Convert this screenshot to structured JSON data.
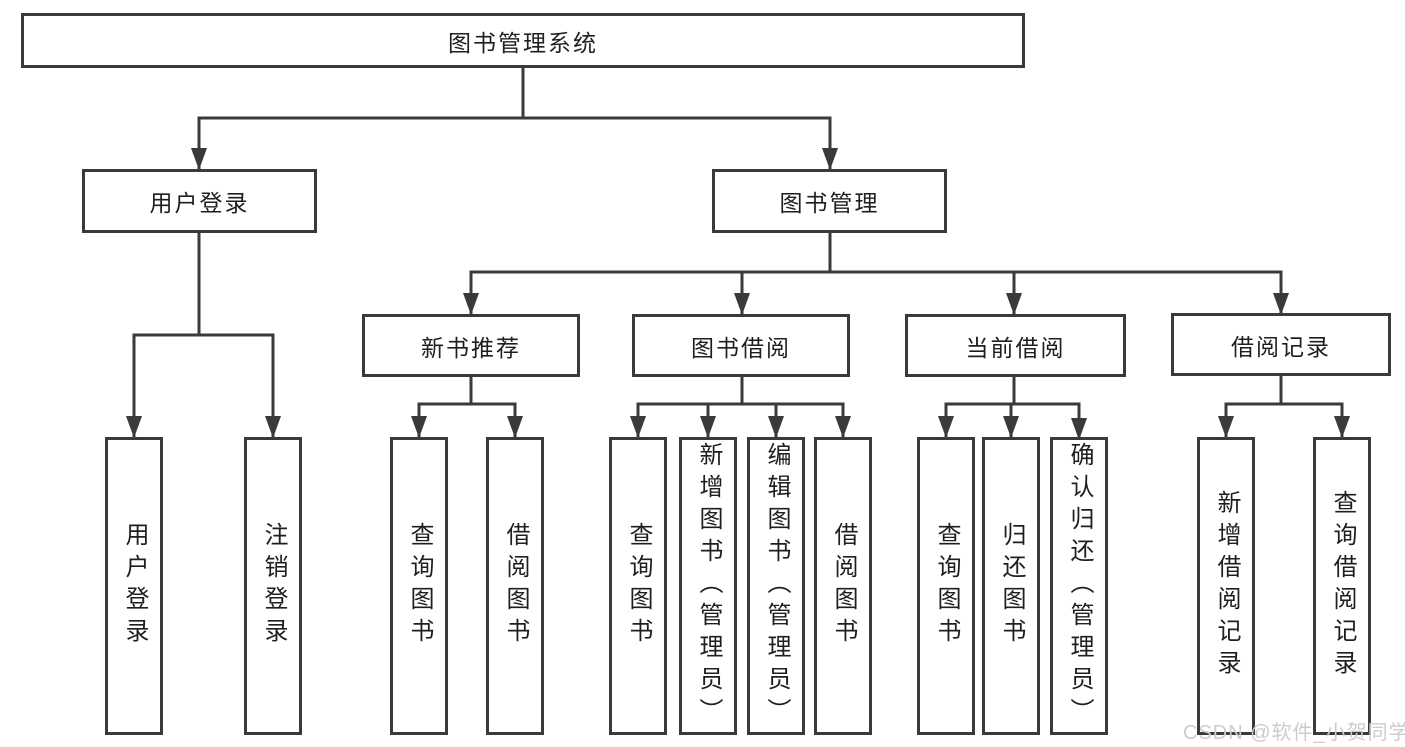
{
  "diagram": {
    "root": {
      "label": "图书管理系统"
    },
    "level2": {
      "user_login": {
        "label": "用户登录"
      },
      "book_mgmt": {
        "label": "图书管理"
      }
    },
    "level3": {
      "new_book": {
        "label": "新书推荐",
        "parent": "图书管理"
      },
      "book_borrow": {
        "label": "图书借阅",
        "parent": "图书管理"
      },
      "current_borrow": {
        "label": "当前借阅",
        "parent": "图书管理"
      },
      "borrow_record": {
        "label": "借阅记录",
        "parent": "图书管理"
      }
    },
    "leaves": {
      "login": {
        "label": "用户登录",
        "parent": "用户登录"
      },
      "logout": {
        "label": "注销登录",
        "parent": "用户登录"
      },
      "nb_query": {
        "label": "查询图书",
        "parent": "新书推荐"
      },
      "nb_borrow": {
        "label": "借阅图书",
        "parent": "新书推荐"
      },
      "bb_query": {
        "label": "查询图书",
        "parent": "图书借阅"
      },
      "bb_add": {
        "label": "新增图书（管理员）",
        "parent": "图书借阅"
      },
      "bb_edit": {
        "label": "编辑图书（管理员）",
        "parent": "图书借阅"
      },
      "bb_borrow": {
        "label": "借阅图书",
        "parent": "图书借阅"
      },
      "cb_query": {
        "label": "查询图书",
        "parent": "当前借阅"
      },
      "cb_return": {
        "label": "归还图书",
        "parent": "当前借阅"
      },
      "cb_confirm": {
        "label": "确认归还（管理员）",
        "parent": "当前借阅"
      },
      "br_add": {
        "label": "新增借阅记录",
        "parent": "借阅记录"
      },
      "br_query": {
        "label": "查询借阅记录",
        "parent": "借阅记录"
      }
    },
    "watermark": "CSDN @软件_小贺同学",
    "colors": {
      "line": "#3a3a3a",
      "text": "#1f1f1f",
      "watermark": "#cccccc",
      "background": "#ffffff"
    }
  }
}
